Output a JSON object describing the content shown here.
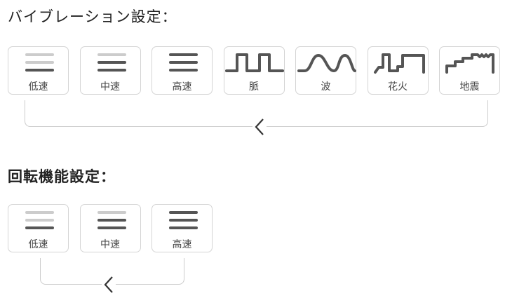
{
  "vibration": {
    "title": "バイブレーション設定：",
    "modes": [
      {
        "label": "低速",
        "icon": "speed-low-icon"
      },
      {
        "label": "中速",
        "icon": "speed-mid-icon"
      },
      {
        "label": "高速",
        "icon": "speed-high-icon"
      },
      {
        "label": "脈",
        "icon": "pulse-icon"
      },
      {
        "label": "波",
        "icon": "wave-icon"
      },
      {
        "label": "花火",
        "icon": "fireworks-icon"
      },
      {
        "label": "地震",
        "icon": "earthquake-icon"
      }
    ]
  },
  "rotation": {
    "title": "回転機能設定：",
    "modes": [
      {
        "label": "低速",
        "icon": "speed-low-icon"
      },
      {
        "label": "中速",
        "icon": "speed-mid-icon"
      },
      {
        "label": "高速",
        "icon": "speed-high-icon"
      }
    ]
  },
  "colors": {
    "active": "#555555",
    "inactive": "#cccccc"
  }
}
